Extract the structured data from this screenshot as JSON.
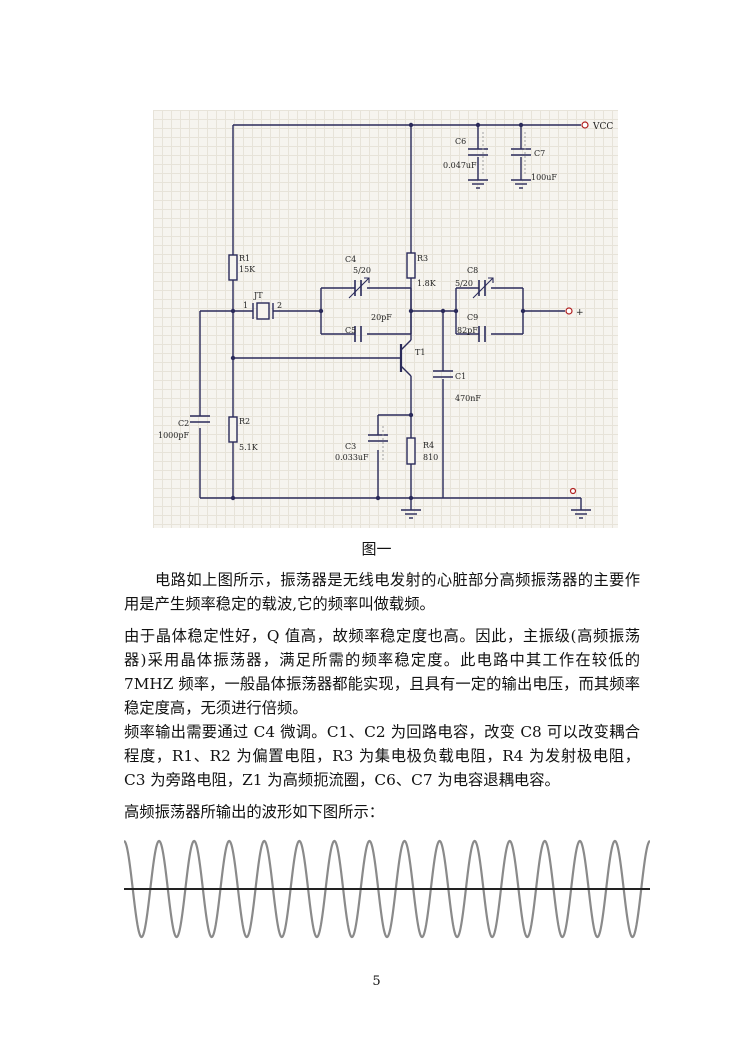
{
  "figure": {
    "caption": "图一",
    "schematic": {
      "vcc_label": "VCC",
      "output_label": "+",
      "components": {
        "R1": {
          "name": "R1",
          "value": "15K"
        },
        "R2": {
          "name": "R2",
          "value": "5.1K"
        },
        "R3": {
          "name": "R3",
          "value": "1.8K"
        },
        "R4": {
          "name": "R4",
          "value": "810"
        },
        "C1": {
          "name": "C1",
          "value": "470nF"
        },
        "C2": {
          "name": "C2",
          "value": "1000pF"
        },
        "C3": {
          "name": "C3",
          "value": "0.033uF"
        },
        "C4": {
          "name": "C4",
          "value": "5/20"
        },
        "C5": {
          "name": "C5",
          "value": "20pF"
        },
        "C6": {
          "name": "C6",
          "value": "0.047uF"
        },
        "C7": {
          "name": "C7",
          "value": "100uF"
        },
        "C8": {
          "name": "C8",
          "value": "5/20"
        },
        "C9": {
          "name": "C9",
          "value": "82pF"
        },
        "T1": {
          "name": "T1"
        },
        "JT": {
          "name": "JT",
          "pin1": "1",
          "pin2": "2"
        }
      }
    }
  },
  "paragraphs": [
    "电路如上图所示，振荡器是无线电发射的心脏部分高频振荡器的主要作用是产生频率稳定的载波,它的频率叫做载频。",
    "由于晶体稳定性好，Q 值高，故频率稳定度也高。因此，主振级(高频振荡器)采用晶体振荡器，满足所需的频率稳定度。此电路中其工作在较低的 7MHZ 频率，一般晶体振荡器都能实现，且具有一定的输出电压，而其频率稳定度高，无须进行倍频。",
    "频率输出需要通过 C4 微调。C1、C2 为回路电容，改变 C8 可以改变耦合程度，R1、R2 为偏置电阻，R3 为集电极负载电阻，R4 为发射极电阻，C3 为旁路电阻，Z1 为高频扼流圈，C6、C7 为电容退耦电容。",
    "高频振荡器所输出的波形如下图所示："
  ],
  "waveform": {
    "cycles": 15,
    "color": "#8a8a8a",
    "axis_color": "#222222"
  },
  "page_number": "5"
}
